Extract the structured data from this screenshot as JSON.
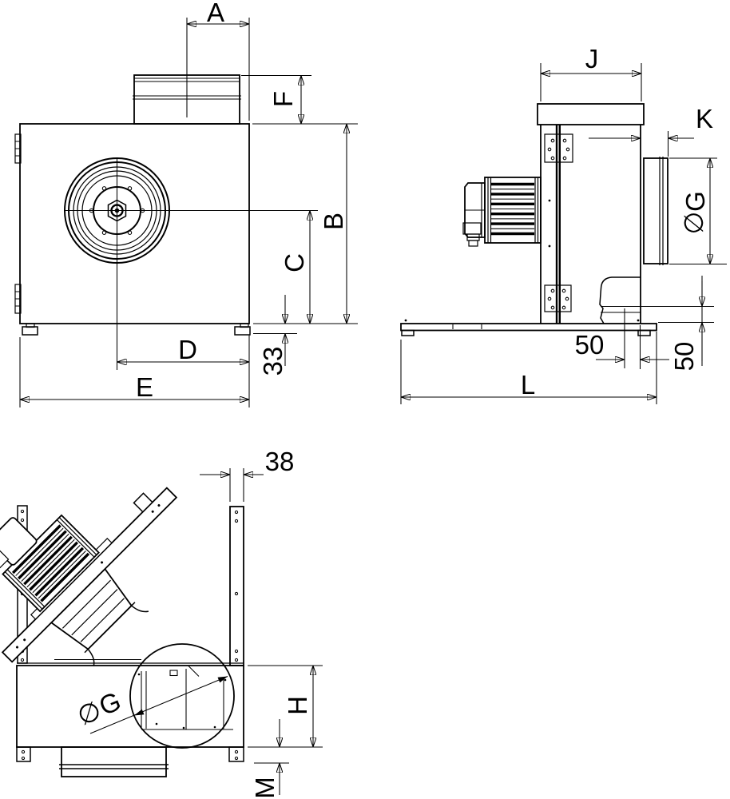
{
  "drawing": {
    "type": "dimensional technical drawing",
    "views": [
      "front view",
      "side view",
      "swing-out view"
    ]
  },
  "colors": {
    "line": "#000000",
    "background": "#ffffff"
  },
  "labels": {
    "a": "A",
    "b": "B",
    "c": "C",
    "d": "D",
    "e": "E",
    "f": "F",
    "g": "G",
    "h": "H",
    "j": "J",
    "k": "K",
    "l": "L",
    "m": "M",
    "phi": "∅",
    "n33": "33",
    "n38": "38",
    "n50": "50"
  }
}
